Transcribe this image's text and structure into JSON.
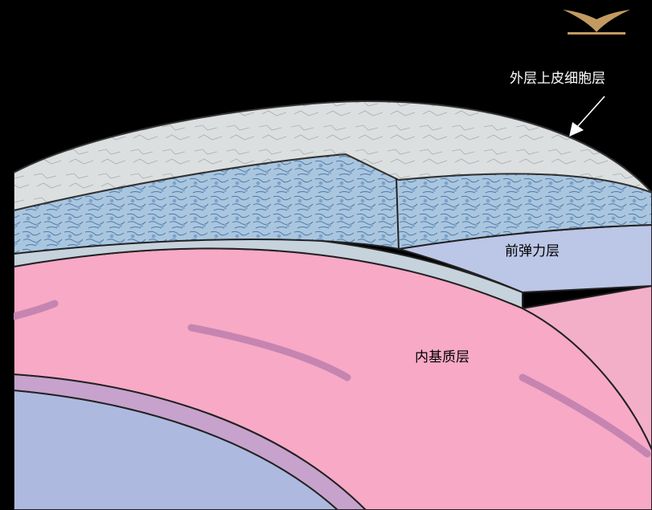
{
  "labels": {
    "epithelium": "外层上皮细胞层",
    "bowman": "前弹力层",
    "stroma": "内基质层"
  },
  "colors": {
    "background": "#000000",
    "epithelium_outer": "#dcdfe0",
    "cell_layer": "#a9c5df",
    "bowman": "#bcc6e6",
    "basement_strip": "#c6d2dc",
    "stroma": "#f7a9c6",
    "stroma_streak": "#c585b0",
    "lower_band": "#c7a2cc",
    "lower_band2": "#aeb9df"
  },
  "icons": {
    "logo": "winged-emblem-icon",
    "arrow": "pointer-arrow-icon"
  }
}
